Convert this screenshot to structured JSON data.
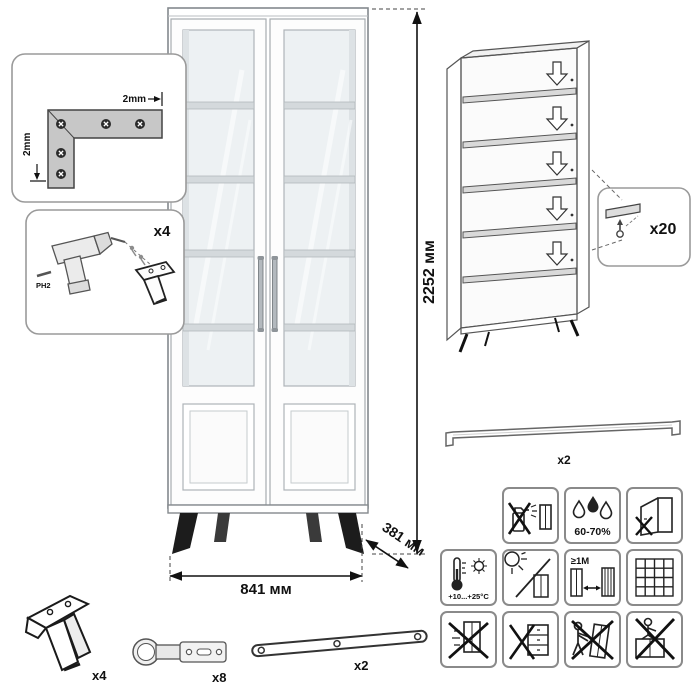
{
  "dimensions": {
    "height": "2252 мм",
    "width": "841 мм",
    "depth": "381 мм"
  },
  "corner_detail": {
    "offset_top": "2mm",
    "offset_side": "2mm"
  },
  "tools": {
    "drill_qty": "x4",
    "bit": "PH2"
  },
  "hardware": {
    "pin_qty": "x20",
    "rail_qty": "x2",
    "leg_qty": "x4",
    "hinge_qty": "x8",
    "bracket_qty": "x2"
  },
  "care": {
    "humidity": "60-70%",
    "temperature": "+10...+25°C",
    "distance": "≥1M"
  }
}
